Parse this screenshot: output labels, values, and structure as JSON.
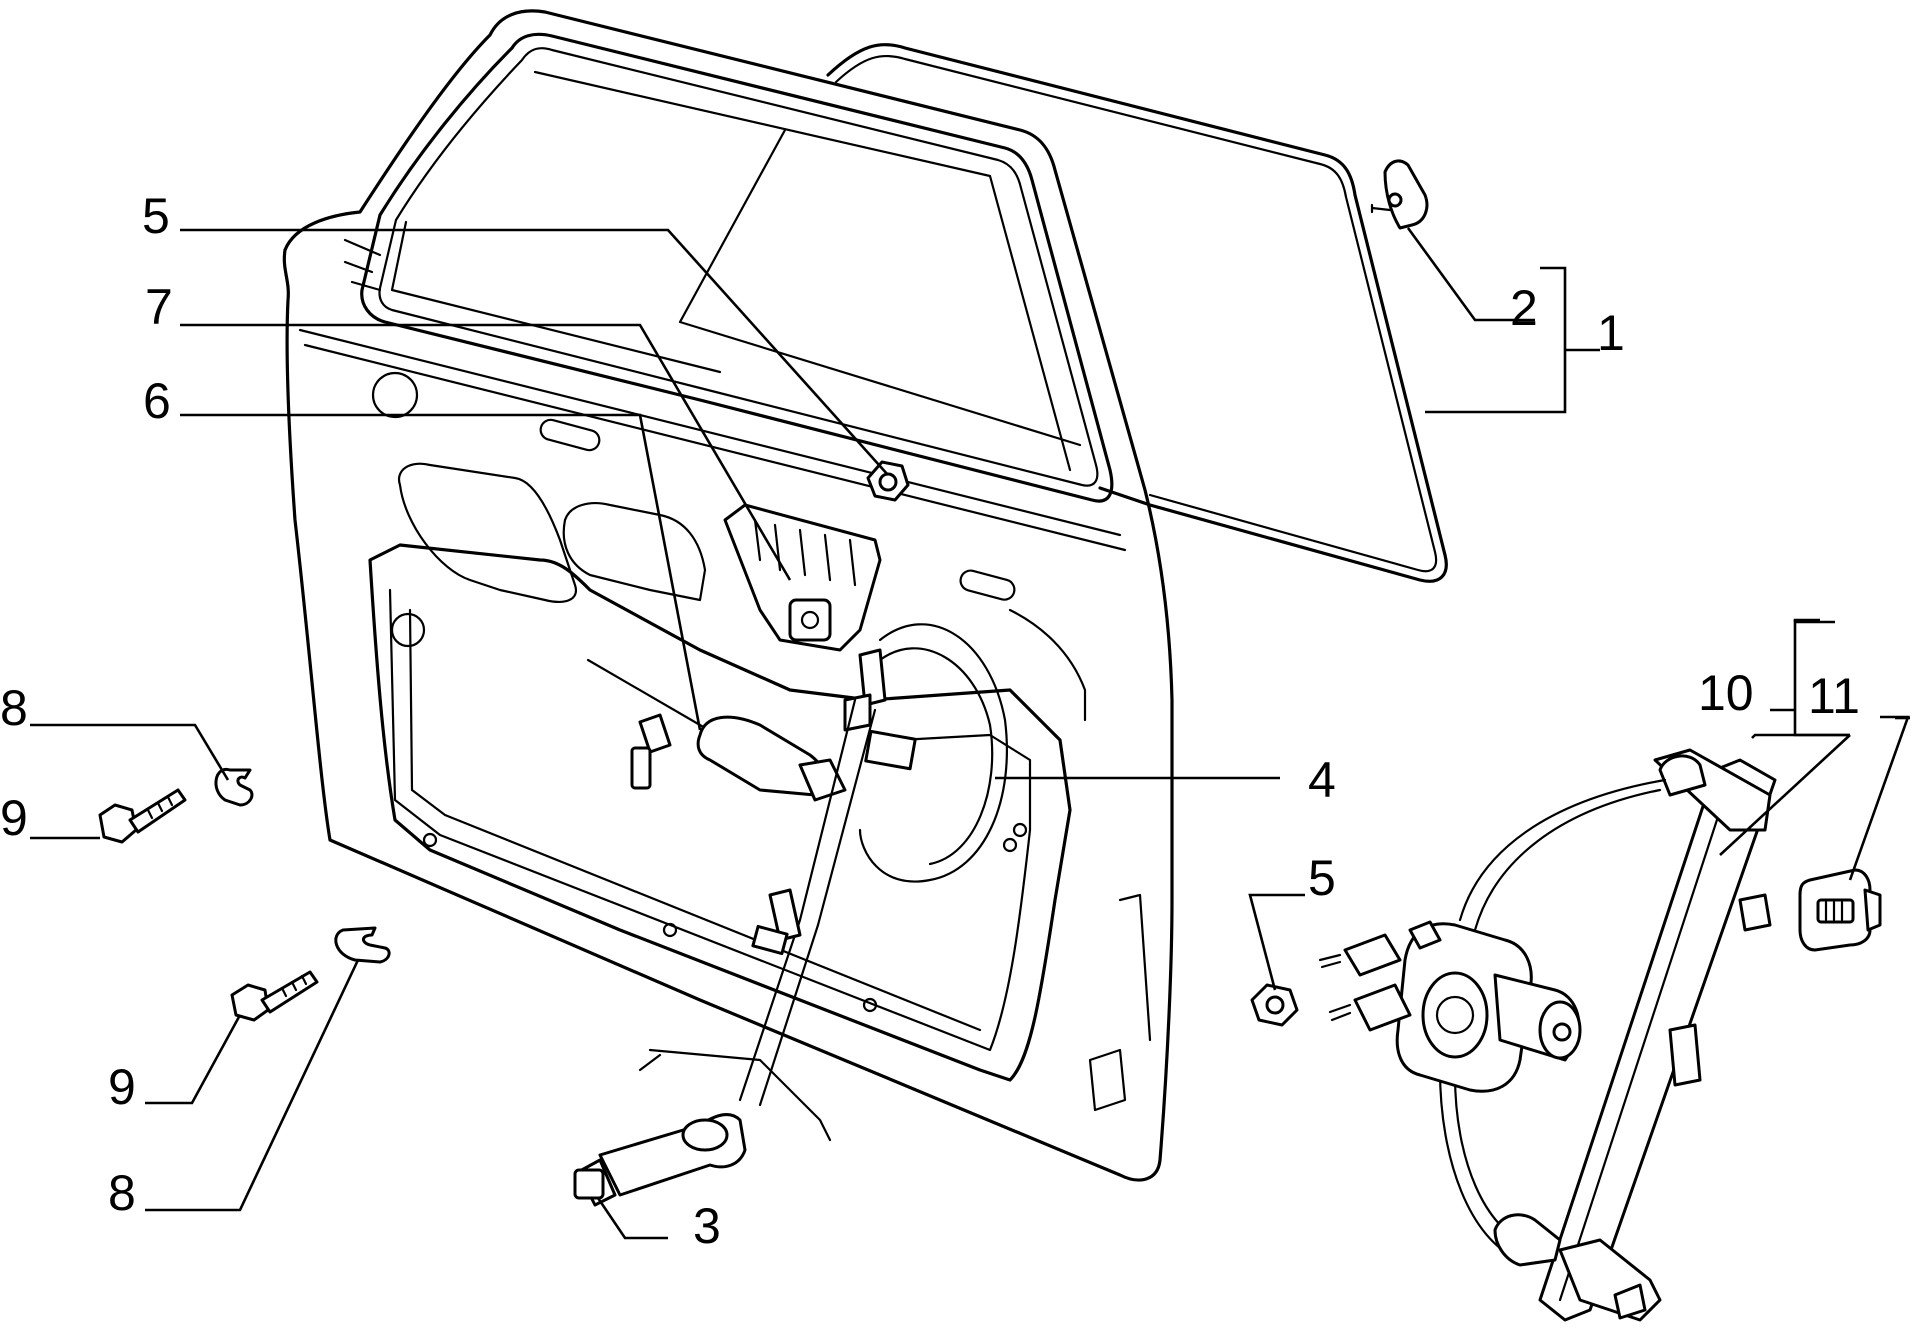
{
  "callouts": {
    "c1": "1",
    "c2": "2",
    "c3": "3",
    "c4": "4",
    "c5_top": "5",
    "c5_right": "5",
    "c6": "6",
    "c7": "7",
    "c8_top": "8",
    "c8_bottom": "8",
    "c9_top": "9",
    "c9_bottom": "9",
    "c10": "10",
    "c11": "11"
  }
}
